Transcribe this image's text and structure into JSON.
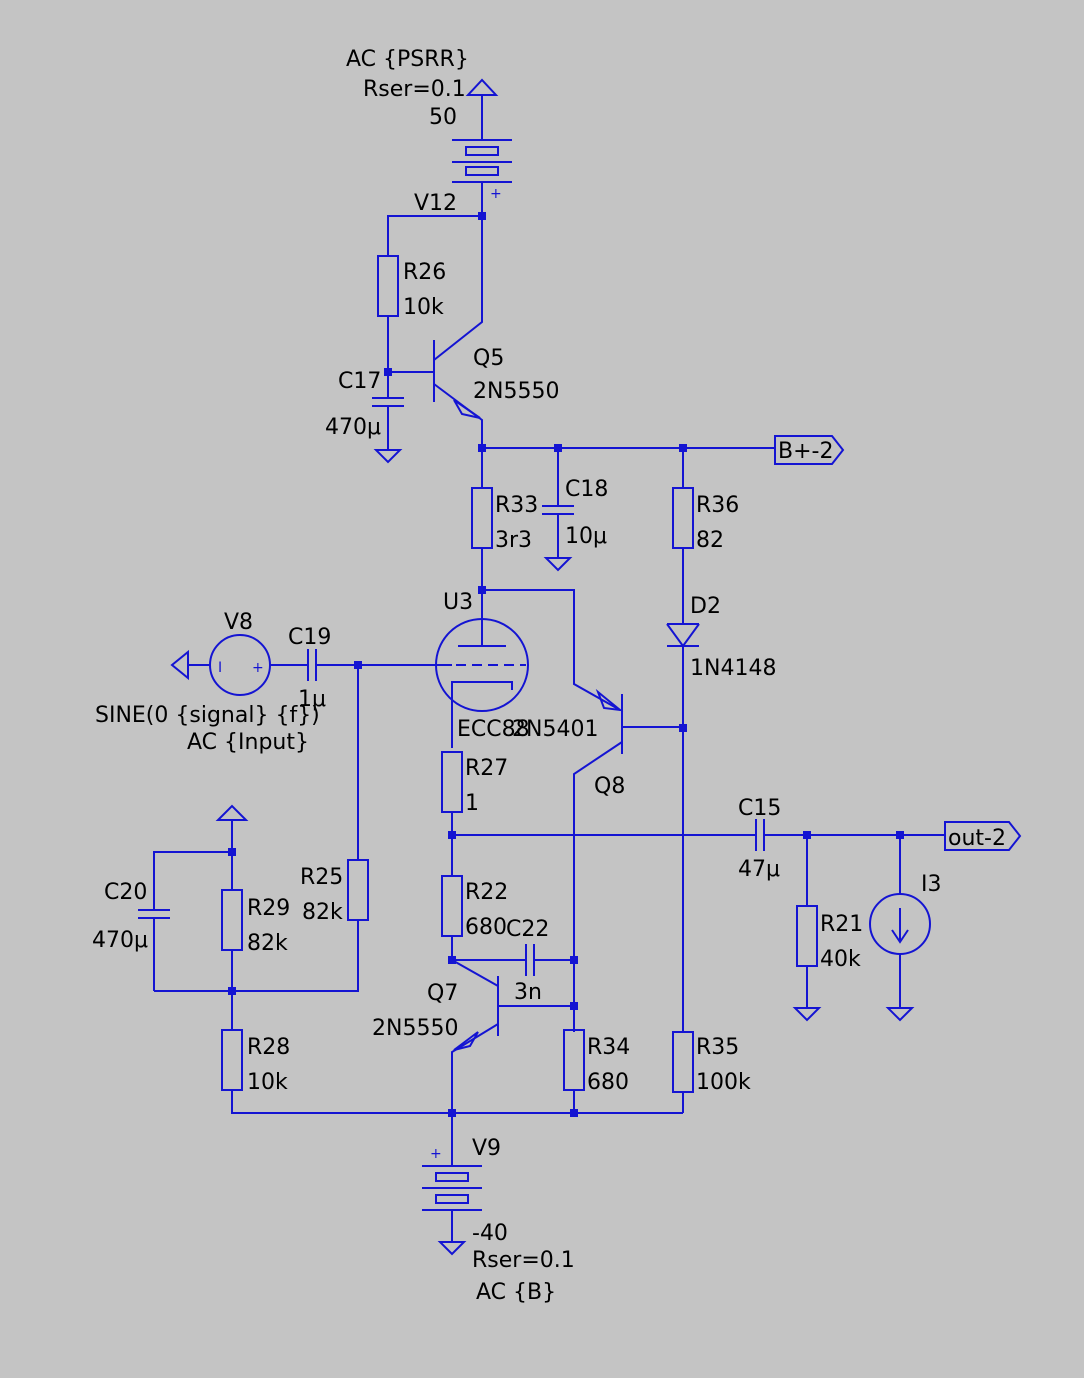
{
  "v12": {
    "line1": "AC {PSRR}",
    "line2": "Rser=0.1",
    "value": "50",
    "name": "V12"
  },
  "r26": {
    "name": "R26",
    "value": "10k"
  },
  "c17": {
    "name": "C17",
    "value": "470μ"
  },
  "q5": {
    "name": "Q5",
    "value": "2N5550"
  },
  "b_net": "B+-2",
  "r33": {
    "name": "R33",
    "value": "3r3"
  },
  "c18": {
    "name": "C18",
    "value": "10μ"
  },
  "r36": {
    "name": "R36",
    "value": "82"
  },
  "d2": {
    "name": "D2",
    "value": "1N4148"
  },
  "u3": {
    "name": "U3",
    "value": "ECC88"
  },
  "v8": {
    "name": "V8",
    "line1": "SINE(0 {signal} {f})",
    "line2": "AC {Input}"
  },
  "c19": {
    "name": "C19",
    "value": "1μ"
  },
  "q8": {
    "name": "Q8",
    "value": "2N5401"
  },
  "r27": {
    "name": "R27",
    "value": "1"
  },
  "c15": {
    "name": "C15",
    "value": "47μ"
  },
  "out_net": "out-2",
  "i3": {
    "name": "I3"
  },
  "r25": {
    "name": "R25",
    "value": "82k"
  },
  "c20": {
    "name": "C20",
    "value": "470μ"
  },
  "r29": {
    "name": "R29",
    "value": "82k"
  },
  "r22": {
    "name": "R22",
    "value": "680"
  },
  "c22": {
    "name": "C22",
    "value": "3n"
  },
  "r21": {
    "name": "R21",
    "value": "40k"
  },
  "q7": {
    "name": "Q7",
    "value": "2N5550"
  },
  "r28": {
    "name": "R28",
    "value": "10k"
  },
  "r34": {
    "name": "R34",
    "value": "680"
  },
  "r35": {
    "name": "R35",
    "value": "100k"
  },
  "v9": {
    "name": "V9",
    "value": "-40",
    "line2": "Rser=0.1",
    "line3": "AC {B}"
  },
  "plus_sign": "+",
  "minus_sign": "−",
  "bar_sign": "I",
  "colors": {
    "background": "#c4c4c4",
    "wire": "#1414d2",
    "text": "#000000"
  }
}
